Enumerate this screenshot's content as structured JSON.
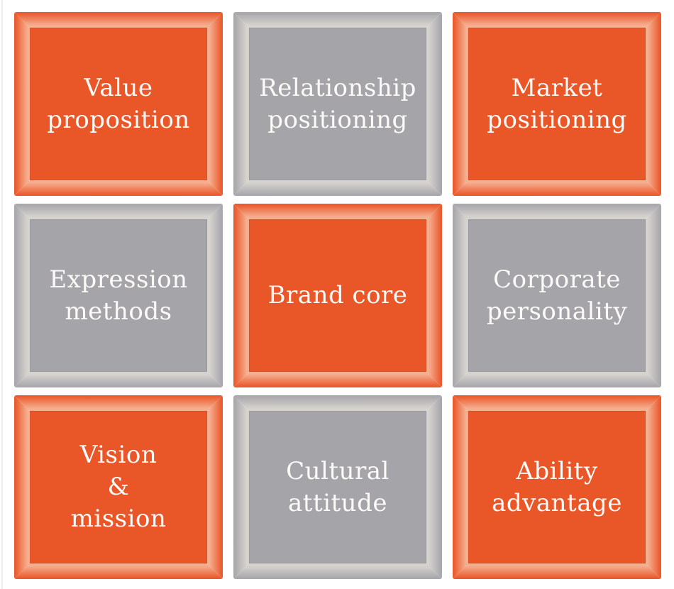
{
  "cells": [
    {
      "label": "Value\nproposition",
      "variant": "orange"
    },
    {
      "label": "Relationship\npositioning",
      "variant": "gray"
    },
    {
      "label": "Market\npositioning",
      "variant": "orange"
    },
    {
      "label": "Expression\nmethods",
      "variant": "gray"
    },
    {
      "label": "Brand core",
      "variant": "orange"
    },
    {
      "label": "Corporate\npersonality",
      "variant": "gray"
    },
    {
      "label": "Vision\n&\nmission",
      "variant": "orange"
    },
    {
      "label": "Cultural\nattitude",
      "variant": "gray"
    },
    {
      "label": "Ability\nadvantage",
      "variant": "orange"
    }
  ],
  "colors": {
    "background": "#FFFFFF",
    "orange_panel": "#E95729",
    "orange_frame_outer": "#EA5C2F",
    "orange_frame_inner": "#F6AE90",
    "gray_panel": "#A5A5A9",
    "gray_frame_outer": "#A9A8AC",
    "gray_frame_inner": "#D6D3CE",
    "label_text": "#FCFAF8"
  }
}
